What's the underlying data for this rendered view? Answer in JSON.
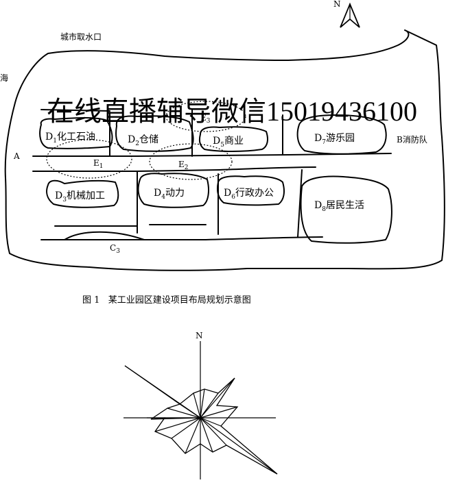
{
  "map": {
    "north_label": "N",
    "water_intake_label": "城市取水口",
    "sea_label": "海",
    "point_a_label": "A",
    "point_b_label": "B消防队",
    "zones": {
      "d1": {
        "letter": "D",
        "sub": "1",
        "name": "化工石油"
      },
      "d2": {
        "letter": "D",
        "sub": "2",
        "name": "仓储"
      },
      "d3": {
        "letter": "D",
        "sub": "3",
        "name": "机械加工"
      },
      "d4": {
        "letter": "D",
        "sub": "4",
        "name": "动力"
      },
      "d5": {
        "letter": "D",
        "sub": "5",
        "name": "商业"
      },
      "d6": {
        "letter": "D",
        "sub": "6",
        "name": "行政办公"
      },
      "d7": {
        "letter": "D",
        "sub": "7",
        "name": "游乐园"
      },
      "d8": {
        "letter": "D",
        "sub": "8",
        "name": "居民生活"
      }
    },
    "areas": {
      "e1": {
        "letter": "E",
        "sub": "1"
      },
      "e2": {
        "letter": "E",
        "sub": "2"
      },
      "e3": {
        "letter": "E",
        "sub": "3"
      }
    },
    "road_c3": {
      "letter": "C",
      "sub": "3"
    }
  },
  "caption": "图 1   某工业园区建设项目布局规划示意图",
  "wind_rose": {
    "north_label": "N"
  },
  "watermark": "在线直播辅导微信15019436100"
}
